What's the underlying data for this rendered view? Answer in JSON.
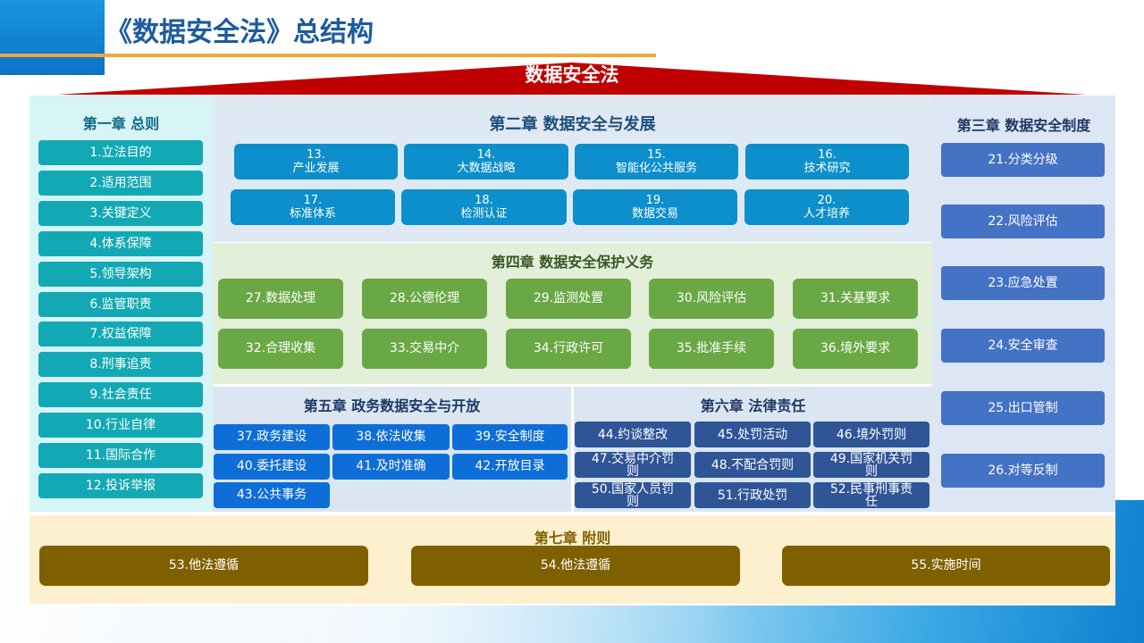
{
  "slide_title": "《数据安全法》总结构",
  "roof_title": "数据安全法",
  "colors": {
    "chapter1_btn": "#13a9b4",
    "chapter2_btn": "#0c8fcb",
    "chapter3_btn": "#4472c4",
    "chapter4_btn": "#6aa845",
    "chapter5_btn": "#0e6ed8",
    "chapter6_btn": "#2f5597",
    "chapter7_btn": "#7f6000",
    "roof": "#c00000"
  },
  "chapter1": {
    "title": "第一章 总则",
    "items": [
      "1.立法目的",
      "2.适用范围",
      "3.关键定义",
      "4.体系保障",
      "5.领导架构",
      "6.监管职责",
      "7.权益保障",
      "8.刑事追责",
      "9.社会责任",
      "10.行业自律",
      "11.国际合作",
      "12.投诉举报"
    ]
  },
  "chapter2": {
    "title": "第二章 数据安全与发展",
    "items": [
      "13.\n产业发展",
      "14.\n大数据战略",
      "15.\n智能化公共服务",
      "16.\n技术研究",
      "17.\n标准体系",
      "18.\n检测认证",
      "19.\n数据交易",
      "20.\n人才培养"
    ]
  },
  "chapter3": {
    "title": "第三章 数据安全制度",
    "items": [
      "21.分类分级",
      "22.风险评估",
      "23.应急处置",
      "24.安全审查",
      "25.出口管制",
      "26.对等反制"
    ]
  },
  "chapter4": {
    "title": "第四章 数据安全保护义务",
    "items": [
      "27.数据处理",
      "28.公德伦理",
      "29.监测处置",
      "30.风险评估",
      "31.关基要求",
      "32.合理收集",
      "33.交易中介",
      "34.行政许可",
      "35.批准手续",
      "36.境外要求"
    ]
  },
  "chapter5": {
    "title": "第五章 政务数据安全与开放",
    "items": [
      "37.政务建设",
      "38.依法收集",
      "39.安全制度",
      "40.委托建设",
      "41.及时准确",
      "42.开放目录",
      "43.公共事务"
    ]
  },
  "chapter6": {
    "title": "第六章 法律责任",
    "items": [
      "44.约谈整改",
      "45.处罚活动",
      "46.境外罚则",
      "47.交易中介罚\n则",
      "48.不配合罚则",
      "49.国家机关罚\n则",
      "50.国家人员罚\n则",
      "51.行政处罚",
      "52.民事刑事责\n任"
    ]
  },
  "chapter7": {
    "title": "第七章 附则",
    "items": [
      "53.他法遵循",
      "54.他法遵循",
      "55.实施时间"
    ]
  }
}
